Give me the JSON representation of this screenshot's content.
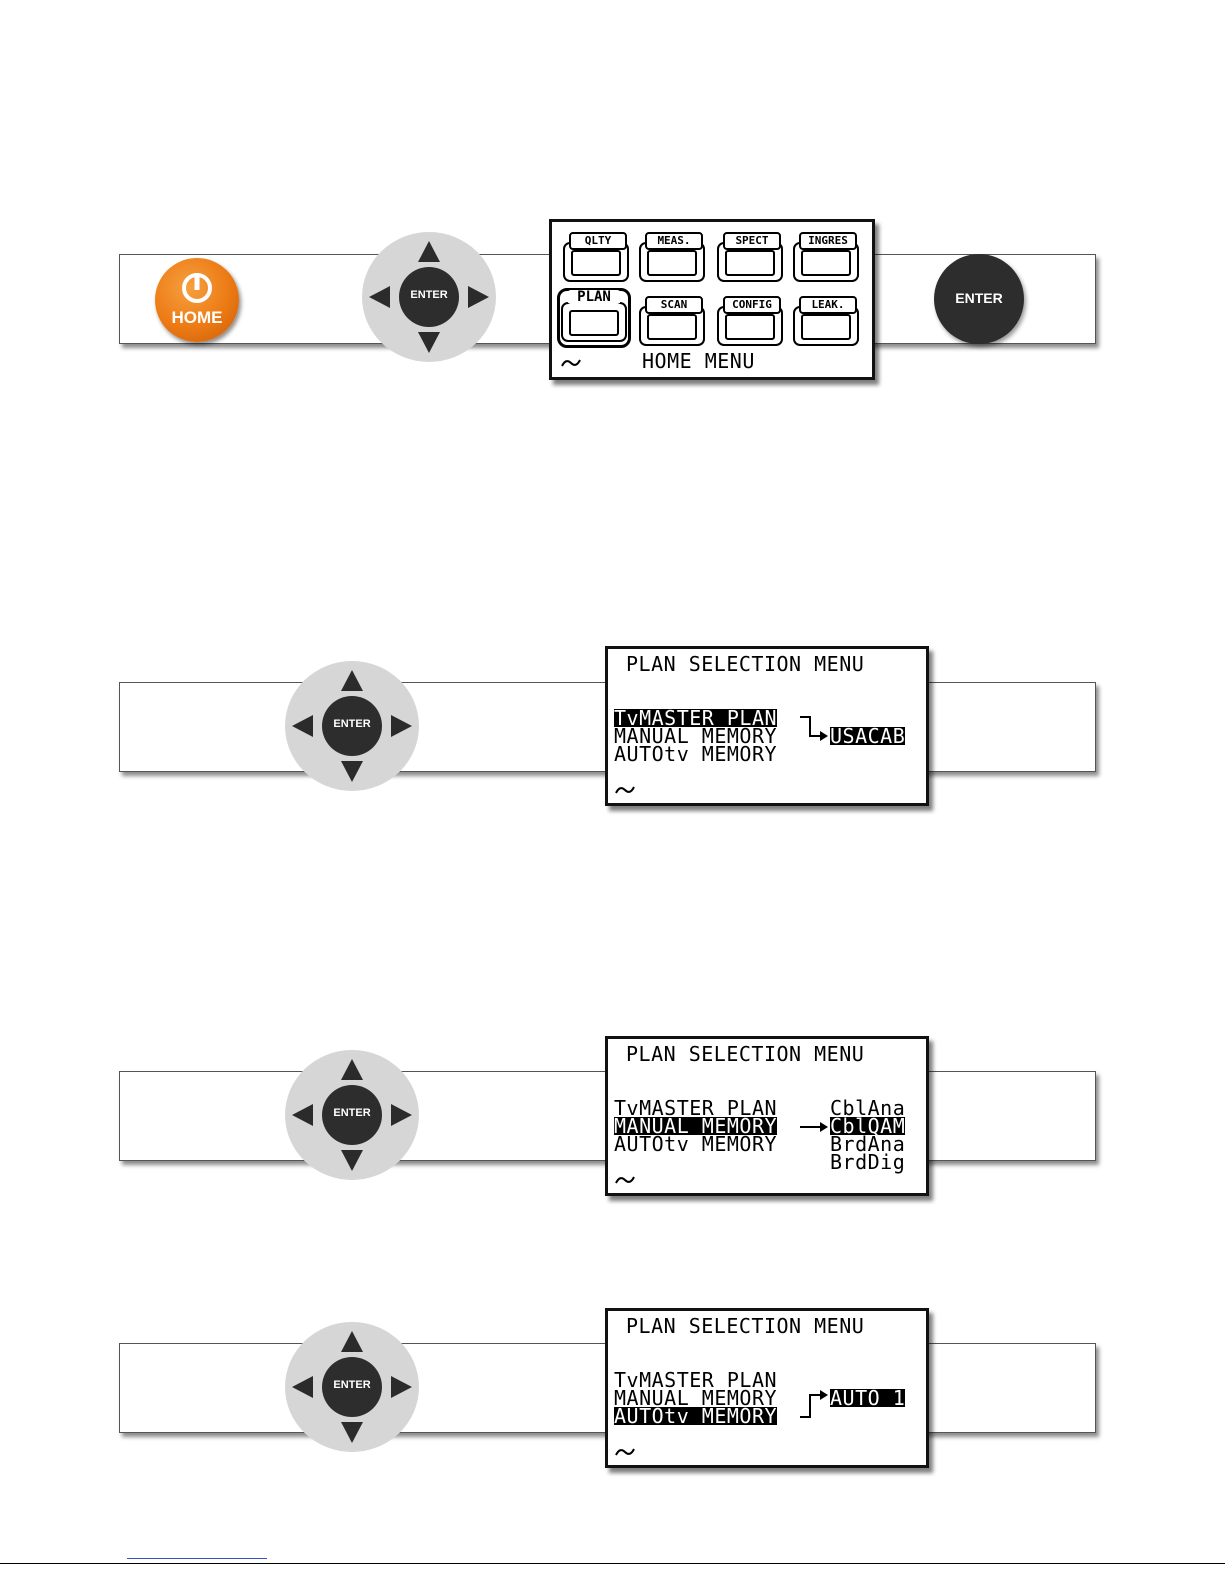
{
  "step1": {
    "home_button_label": "HOME",
    "enter_label": "ENTER",
    "enter_button_label": "ENTER",
    "screen": {
      "tiles": [
        "QLTY",
        "MEAS.",
        "SPECT",
        "INGRES",
        "PLAN",
        "SCAN",
        "CONFIG",
        "LEAK."
      ],
      "selected_tile": "PLAN",
      "title": "HOME MENU"
    }
  },
  "step2": {
    "enter_label": "ENTER",
    "screen": {
      "title": "PLAN SELECTION MENU",
      "items": [
        "TvMASTER PLAN",
        "MANUAL MEMORY",
        "AUTOtv MEMORY"
      ],
      "selected_item": "TvMASTER PLAN",
      "sub_items": [
        "USACAB"
      ],
      "selected_sub_item": "USACAB"
    }
  },
  "step3": {
    "enter_label": "ENTER",
    "screen": {
      "title": "PLAN SELECTION MENU",
      "items": [
        "TvMASTER PLAN",
        "MANUAL MEMORY",
        "AUTOtv MEMORY"
      ],
      "selected_item": "MANUAL MEMORY",
      "sub_items": [
        "CblAna",
        "CblQAM",
        "BrdAna",
        "BrdDig"
      ],
      "selected_sub_item": "CblQAM"
    }
  },
  "step4": {
    "enter_label": "ENTER",
    "screen": {
      "title": "PLAN SELECTION MENU",
      "items": [
        "TvMASTER PLAN",
        "MANUAL MEMORY",
        "AUTOtv MEMORY"
      ],
      "selected_item": "AUTOtv MEMORY",
      "sub_items": [
        "AUTO 1"
      ],
      "selected_sub_item": "AUTO 1"
    }
  }
}
